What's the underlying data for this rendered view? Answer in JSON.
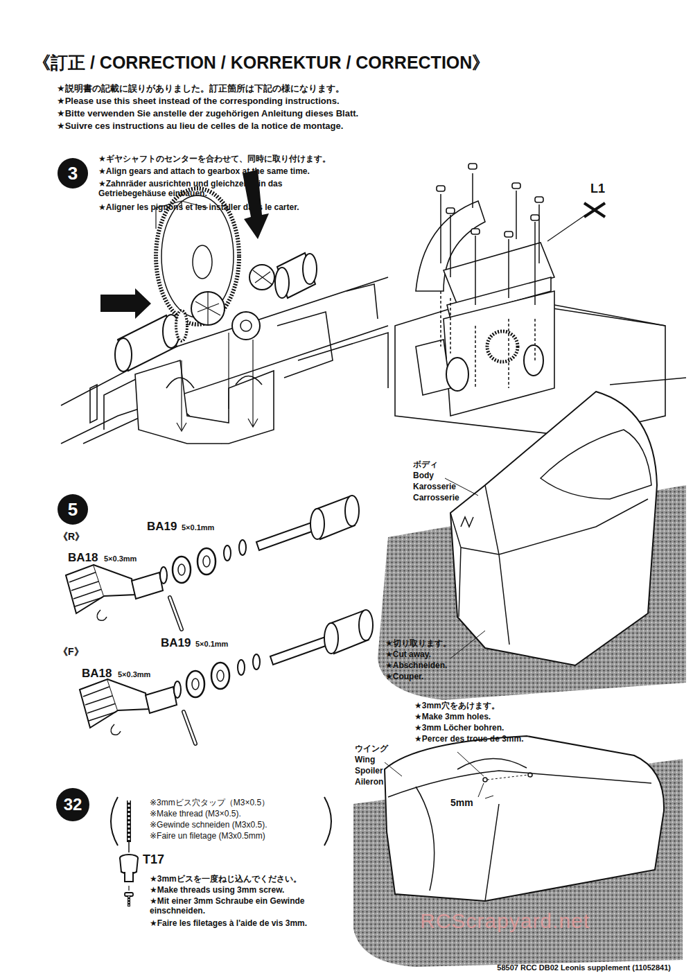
{
  "diagram": {
    "title": "《訂正 / CORRECTION / KORREKTUR / CORRECTION》",
    "caption": "58507 RCC DB02 Leonis supplement (11052841)",
    "nodes": [
      {
        "text": [
          "3"
        ]
      },
      {
        "text": [
          "5"
        ]
      },
      {
        "text": [
          "32"
        ]
      }
    ],
    "labels": [
      "★説明書の記載に誤りがありました。訂正箇所は下記の様になります。",
      "★Please use this sheet instead of the corresponding instructions.",
      "★Bitte verwenden Sie anstelle der zugehörigen Anleitung dieses Blatt.",
      "★Suivre ces instructions au lieu de celles de la notice de montage.",
      "★ギヤシャフトのセンターを合わせて、同時に取り付けます。",
      "★Align gears and attach to gearbox at the same time.",
      "★Zahnräder ausrichten und gleichzeitig in das Getriebegehäuse einbauen.",
      "★Aligner les pignons et les installer dans le carter.",
      "L1",
      "《R》",
      "BA19",
      "5×0.1mm",
      "BA18",
      "5×0.3mm",
      "《F》",
      "BA19",
      "5×0.1mm",
      "BA18",
      "5×0.3mm",
      "ボディ",
      "Body",
      "Karosserie",
      "Carrosserie",
      "★切り取ります。",
      "★Cut away.",
      "★Abschneiden.",
      "★Couper.",
      "★3mm穴をあけます。",
      "★Make 3mm holes.",
      "★3mm Löcher bohren.",
      "★Percer des trous de 3mm.",
      "ウイング",
      "Wing",
      "Spoiler",
      "Aileron",
      "5mm",
      "※3mmビス穴タップ（M3×0.5）",
      "※Make thread (M3×0.5).",
      "※Gewinde schneiden (M3x0.5).",
      "※Faire un filetage (M3x0.5mm)",
      "T17",
      "★3mmビスを一度ねじ込んでください。",
      "★Make threads using 3mm screw.",
      "★Mit einer 3mm Schraube ein Gewinde einschneiden.",
      "★Faire les filetages à l'aide de vis 3mm.",
      "RCScrapyard.net"
    ]
  }
}
